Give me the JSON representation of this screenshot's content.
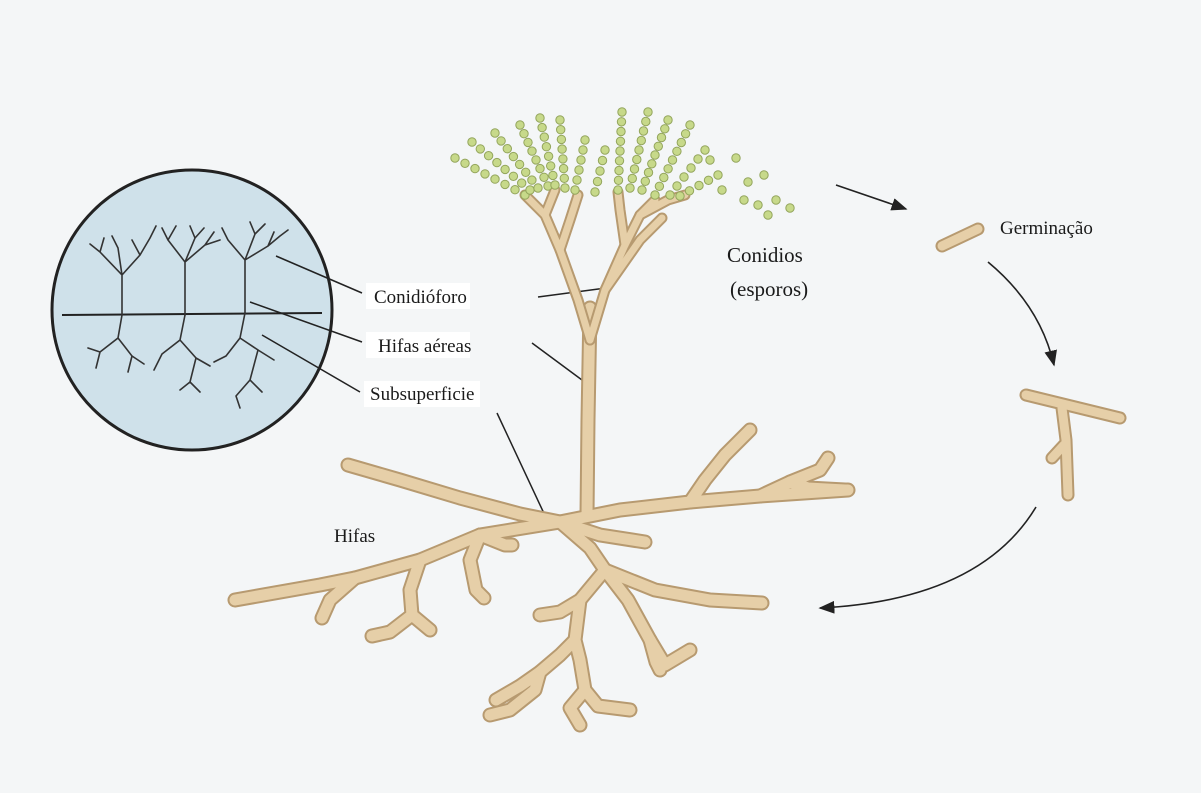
{
  "labels": {
    "conidioforo": "Conidióforo",
    "hifas_aereas": "Hifas aéreas",
    "subsuperficie": "Subsuperficie",
    "hifas": "Hifas",
    "conidios_line1": "Conidios",
    "conidios_line2": "(esporos)",
    "germinacao": "Germinação"
  },
  "colors": {
    "background": "#f4f6f7",
    "hypha_fill": "#e6cfa8",
    "hypha_edge": "#b79a70",
    "spore": "#c7d98a",
    "spore_edge": "#93a55c",
    "inset_fill": "#cfe1ea",
    "ink": "#1a1a1a"
  }
}
